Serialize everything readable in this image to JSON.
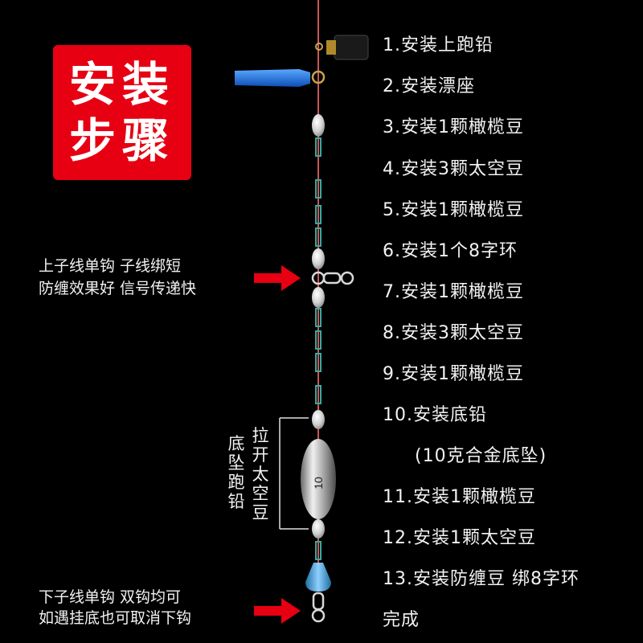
{
  "title": {
    "line1": "安装",
    "line2": "步骤"
  },
  "steps": [
    "1.安装上跑铅",
    "2.安装漂座",
    "3.安装1颗橄榄豆",
    "4.安装3颗太空豆",
    "5.安装1颗橄榄豆",
    "6.安装1个8字环",
    "7.安装1颗橄榄豆",
    "8.安装3颗太空豆",
    "9.安装1颗橄榄豆",
    "10.安装底铅",
    "(10克合金底坠)",
    "11.安装1颗橄榄豆",
    "12.安装1颗太空豆",
    "13.安装防缠豆 绑8字环",
    "完成"
  ],
  "notes": {
    "upper_line1": "上子线单钩 子线绑短",
    "upper_line2": "防缠效果好 信号传递快",
    "lower_line1": "下子线单钩 双钩均可",
    "lower_line2": "如遇挂底也可取消下钩"
  },
  "side_labels": {
    "left": "底坠跑铅",
    "right": "拉开太空豆"
  },
  "weight_mark": "10",
  "colors": {
    "title_bg": "#e60012",
    "arrow": "#e60012",
    "line": "#c8585a",
    "float_seat": "#1c6fe0",
    "guard_bead": "#3a9bd6"
  }
}
